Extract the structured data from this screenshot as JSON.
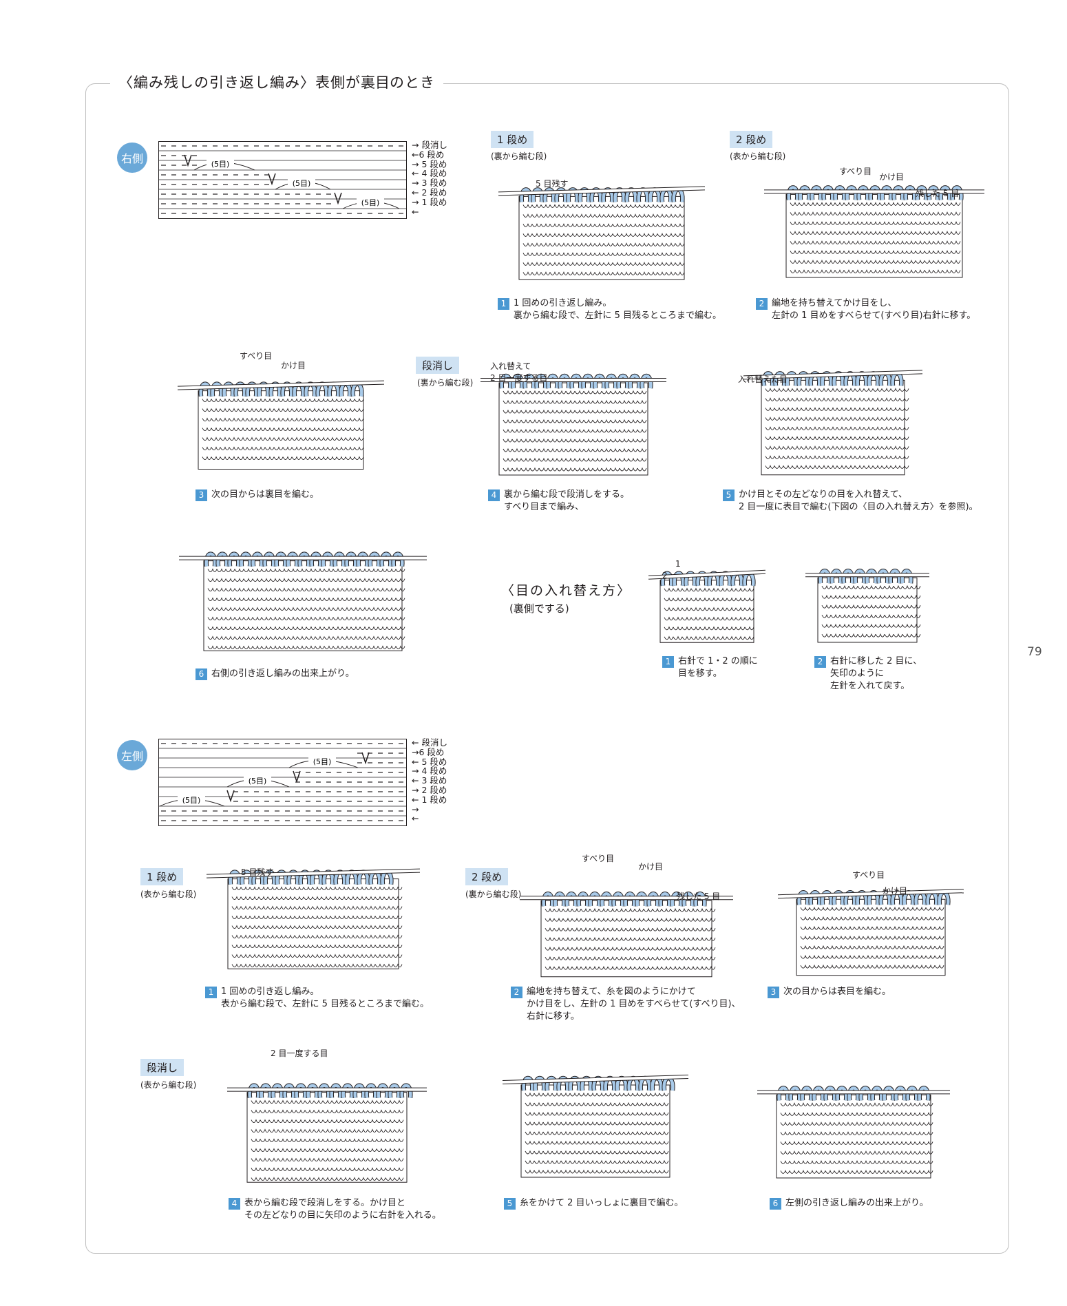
{
  "page": {
    "title_main": "〈編み残しの引き返し編み〉表側が",
    "title_dotted": "裏目",
    "title_end": "のとき",
    "page_number": "79"
  },
  "right": {
    "badge": "右側",
    "chart_row_labels": [
      "→ 段消し",
      "←6 段め",
      "→ 5 段め",
      "← 4 段め",
      "→ 3 段め",
      "← 2 段め",
      "→ 1 段め",
      "←"
    ],
    "chart_brackets": [
      "(5目)",
      "(5目)",
      "(5目)"
    ],
    "row1": {
      "tag": "1 段め",
      "sub": "(裏から編む段)",
      "label": "5 目残す",
      "num": "1",
      "caption": [
        "1 回めの引き返し編み。",
        "裏から編む段で、左針に 5 目残るところまで編む。"
      ]
    },
    "row2": {
      "tag": "2 段め",
      "sub": "(表から編む段)",
      "labels": [
        "すべり目",
        "かけ目",
        "残した 5 目"
      ],
      "num": "2",
      "caption": [
        "編地を持ち替えてかけ目をし、",
        "左針の 1 目めをすべらせて(すべり目)右針に移す。"
      ]
    },
    "step3": {
      "labels": [
        "すべり目",
        "かけ目"
      ],
      "num": "3",
      "caption": [
        "次の目からは裏目を編む。"
      ]
    },
    "dankeshi": {
      "tag": "段消し",
      "sub": "(裏から編む段)"
    },
    "step4": {
      "labels": [
        "入れ替えて",
        "2 目一度する目"
      ],
      "num": "4",
      "caption": [
        "裏から編む段で段消しをする。",
        "すべり目まで編み、"
      ]
    },
    "step5": {
      "label": "入れ替えた目",
      "num": "5",
      "caption": [
        "かけ目とその左どなりの目を入れ替えて、",
        "2 目一度に表目で編む(下図の〈目の入れ替え方〉を参照)。"
      ]
    },
    "step6": {
      "num": "6",
      "caption": [
        "右側の引き返し編みの出来上がり。"
      ]
    }
  },
  "swap": {
    "title": "〈目の入れ替え方〉",
    "sub": "(裏側でする)",
    "s1": {
      "num": "1",
      "caption": [
        "右針で 1・2 の順に",
        "目を移す。"
      ],
      "marks": [
        "1",
        "2"
      ]
    },
    "s2": {
      "num": "2",
      "caption": [
        "右針に移した 2 目に、",
        "矢印のように",
        "左針を入れて戻す。"
      ]
    }
  },
  "left": {
    "badge": "左側",
    "chart_row_labels": [
      "← 段消し",
      "→6 段め",
      "← 5 段め",
      "→ 4 段め",
      "← 3 段め",
      "→ 2 段め",
      "← 1 段め",
      "→",
      "←"
    ],
    "chart_brackets": [
      "(5目)",
      "(5目)",
      "(5目)"
    ],
    "row1": {
      "tag": "1 段め",
      "sub": "(表から編む段)",
      "label": "5 目残す",
      "num": "1",
      "caption": [
        "1 回めの引き返し編み。",
        "表から編む段で、左針に 5 目残るところまで編む。"
      ]
    },
    "row2": {
      "tag": "2 段め",
      "sub": "(裏から編む段)",
      "labels": [
        "すべり目",
        "かけ目",
        "残した 5 目"
      ],
      "num": "2",
      "caption": [
        "編地を持ち替えて、糸を図のようにかけて",
        "かけ目をし、左針の 1 目めをすべらせて(すべり目)、",
        "右針に移す。"
      ]
    },
    "step3": {
      "labels": [
        "すべり目",
        "かけ目"
      ],
      "num": "3",
      "caption": [
        "次の目からは表目を編む。"
      ]
    },
    "dankeshi": {
      "tag": "段消し",
      "sub": "(表から編む段)"
    },
    "step4": {
      "label": "2 目一度する目",
      "num": "4",
      "caption": [
        "表から編む段で段消しをする。かけ目と",
        "その左どなりの目に矢印のように右針を入れる。"
      ]
    },
    "step5": {
      "num": "5",
      "caption": [
        "糸をかけて 2 目いっしょに裏目で編む。"
      ]
    },
    "step6": {
      "num": "6",
      "caption": [
        "左側の引き返し編みの出来上がり。"
      ]
    }
  },
  "colors": {
    "accent": "#4a98d2",
    "yarn": "#a9cbea",
    "tag_bg": "#cfe2f3",
    "badge": "#6aa8d8",
    "frame": "#bdbdbd"
  }
}
